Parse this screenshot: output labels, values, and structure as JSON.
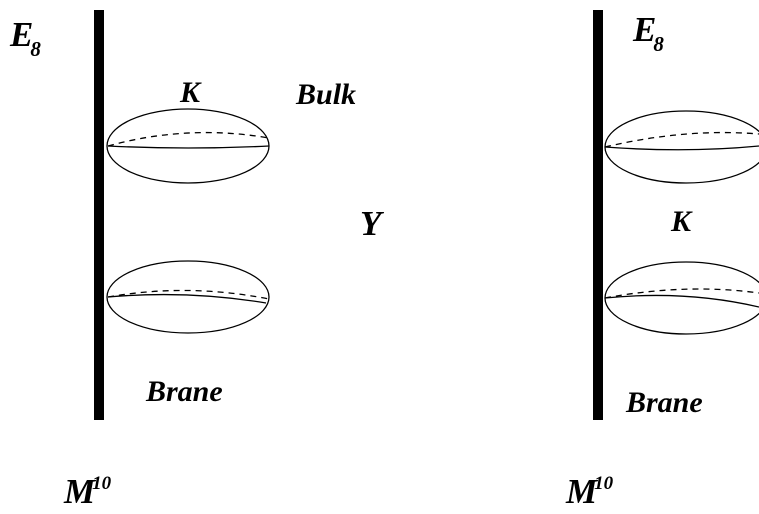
{
  "colors": {
    "ink": "#000000",
    "background": "#ffffff"
  },
  "left": {
    "group_main": "E",
    "group_sub": "8",
    "fiber_label": "K",
    "bulk_label": "Bulk",
    "middle_label": "Y",
    "brane_label": "Brane",
    "spacetime_main": "M",
    "spacetime_sup": "10"
  },
  "right": {
    "group_main": "E",
    "group_sub": "8",
    "fiber_label": "K",
    "brane_label": "Brane",
    "spacetime_main": "M",
    "spacetime_sup": "10"
  }
}
